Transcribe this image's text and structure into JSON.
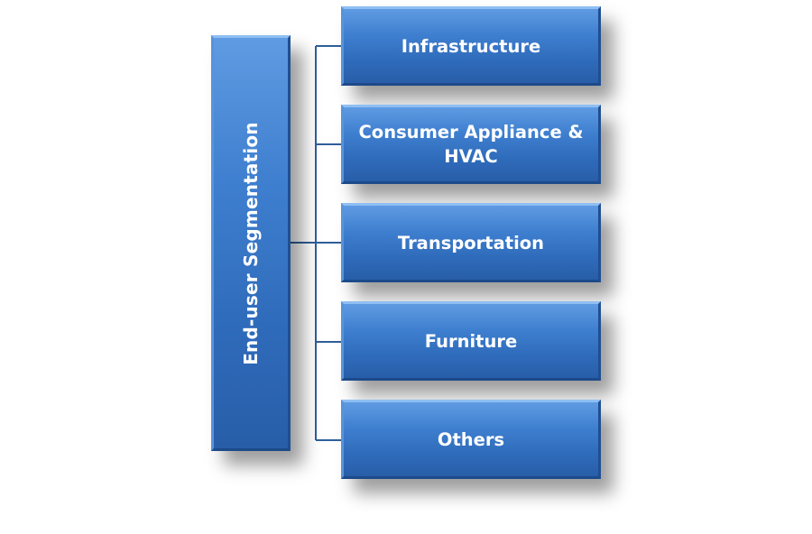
{
  "diagram": {
    "root": {
      "label": "End-user Segmentation"
    },
    "children": [
      {
        "label": "Infrastructure"
      },
      {
        "label": "Consumer Appliance & HVAC"
      },
      {
        "label": "Transportation"
      },
      {
        "label": "Furniture"
      },
      {
        "label": "Others"
      }
    ],
    "colors": {
      "box_fill": "#3f7fcf",
      "box_highlight": "#8fbff2",
      "connector": "#2f5f9a",
      "text": "#ffffff"
    }
  }
}
